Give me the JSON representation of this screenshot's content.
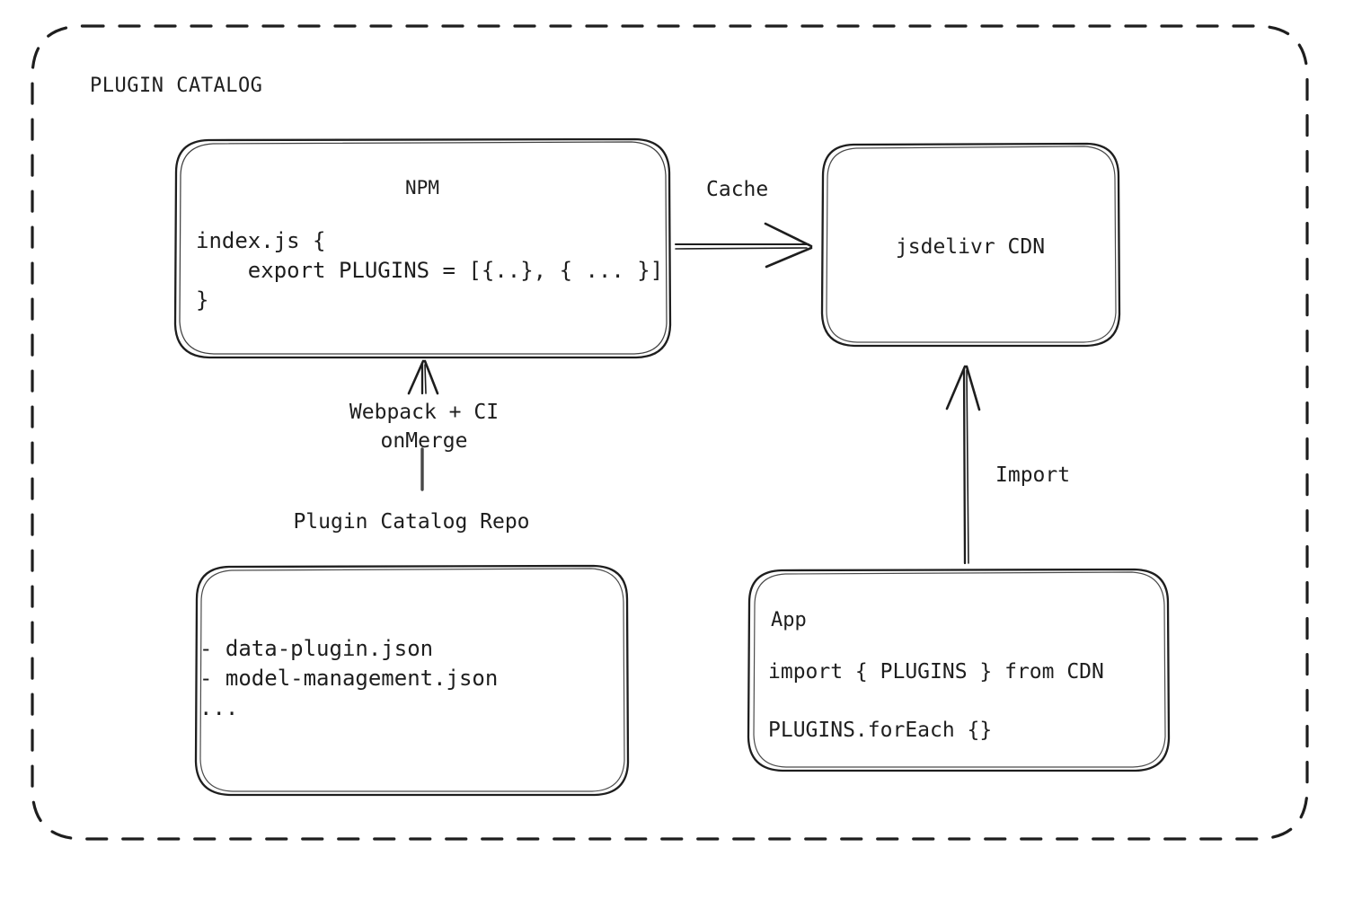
{
  "diagram": {
    "title": "PLUGIN CATALOG",
    "style": "hand-drawn",
    "stroke_color": "#1e1e1e",
    "background_color": "#ffffff",
    "container": {
      "border_style": "dashed",
      "label": "PLUGIN CATALOG"
    }
  },
  "nodes": {
    "npm": {
      "id": "npm",
      "title": "NPM",
      "code": "index.js {\n    export PLUGINS = [{..}, { ... }]\n}"
    },
    "cdn": {
      "id": "cdn",
      "title": "jsdelivr CDN"
    },
    "repo": {
      "id": "repo",
      "external_label": "Plugin Catalog Repo",
      "items": "- data-plugin.json\n- model-management.json\n..."
    },
    "app": {
      "id": "app",
      "title": "App",
      "code_line_1": "import { PLUGINS } from CDN",
      "code_line_2": "PLUGINS.forEach {}"
    }
  },
  "edges": {
    "npm_to_cdn": {
      "label": "Cache",
      "from": "npm",
      "to": "cdn",
      "direction": "right"
    },
    "repo_to_npm": {
      "label": "Webpack + CI\nonMerge",
      "from": "repo",
      "to": "npm",
      "direction": "up"
    },
    "app_to_cdn": {
      "label": "Import",
      "from": "app",
      "to": "cdn",
      "direction": "up"
    }
  }
}
